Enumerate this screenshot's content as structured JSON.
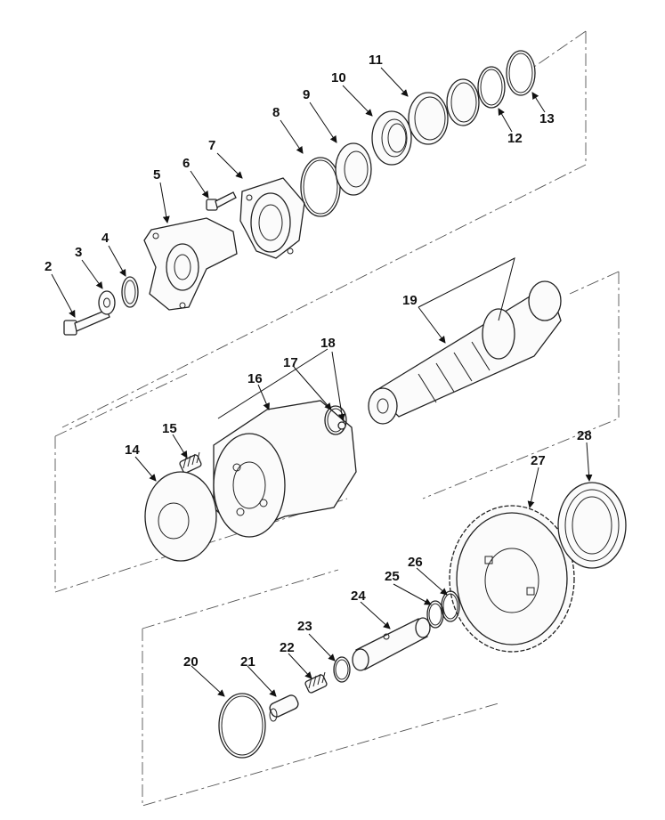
{
  "diagram": {
    "type": "exploded-parts-view",
    "callouts": [
      "2",
      "3",
      "4",
      "5",
      "6",
      "7",
      "8",
      "9",
      "10",
      "11",
      "12",
      "13",
      "14",
      "15",
      "16",
      "17",
      "18",
      "19",
      "20",
      "21",
      "22",
      "23",
      "24",
      "25",
      "26",
      "27",
      "28"
    ]
  }
}
